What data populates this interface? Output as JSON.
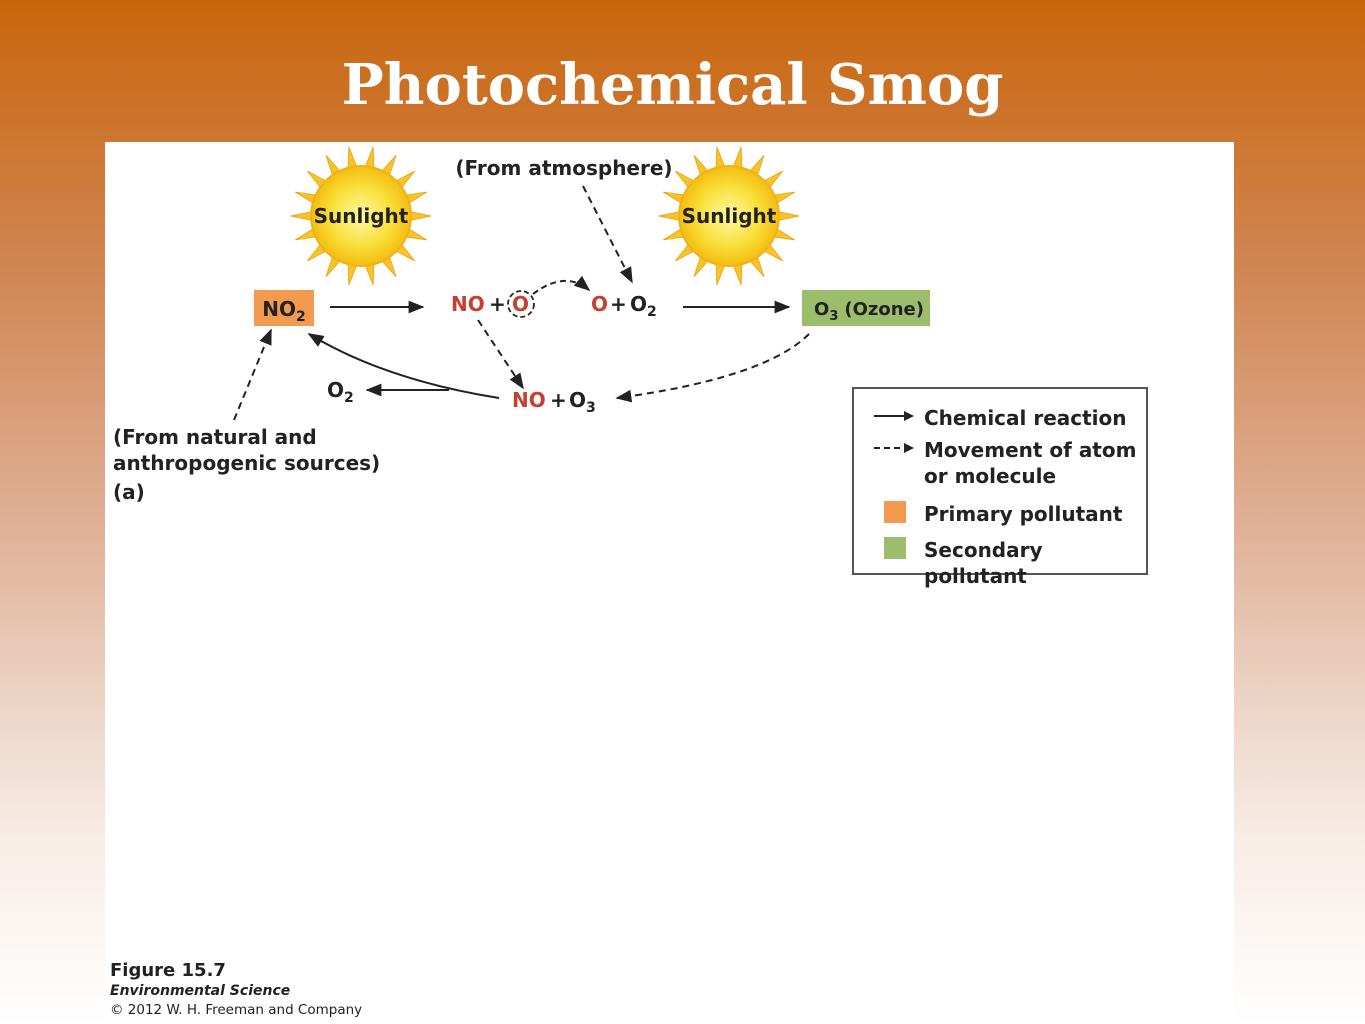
{
  "slide": {
    "title": "Photochemical Smog"
  },
  "diagram": {
    "sun1_label": "Sunlight",
    "sun2_label": "Sunlight",
    "from_atmosphere": "(From atmosphere)",
    "no2": {
      "base": "NO",
      "sub": "2"
    },
    "no_plus_o": {
      "no": "NO",
      "plus": "+",
      "o": "O"
    },
    "o_plus_o2": {
      "o": "O",
      "plus": "+",
      "o2_base": "O",
      "o2_sub": "2"
    },
    "ozone": {
      "base": "O",
      "sub": "3",
      "suffix": "(Ozone)"
    },
    "o2_release": {
      "base": "O",
      "sub": "2"
    },
    "no_plus_o3": {
      "no": "NO",
      "plus": "+",
      "o3_base": "O",
      "o3_sub": "3"
    },
    "sources_line1": "(From natural and",
    "sources_line2": "anthropogenic sources)",
    "panel_label": "(a)"
  },
  "legend": {
    "chemical_reaction": "Chemical reaction",
    "movement_line1": "Movement of atom",
    "movement_line2": "or molecule",
    "primary": "Primary pollutant",
    "secondary": "Secondary pollutant"
  },
  "colors": {
    "primary": "#f39a4e",
    "secondary": "#9bbd6c",
    "red_text": "#c6402f",
    "sun": "#f7d21c"
  },
  "caption": {
    "figure": "Figure 15.7",
    "book": "Environmental Science",
    "copyright": "© 2012 W. H. Freeman and Company"
  }
}
